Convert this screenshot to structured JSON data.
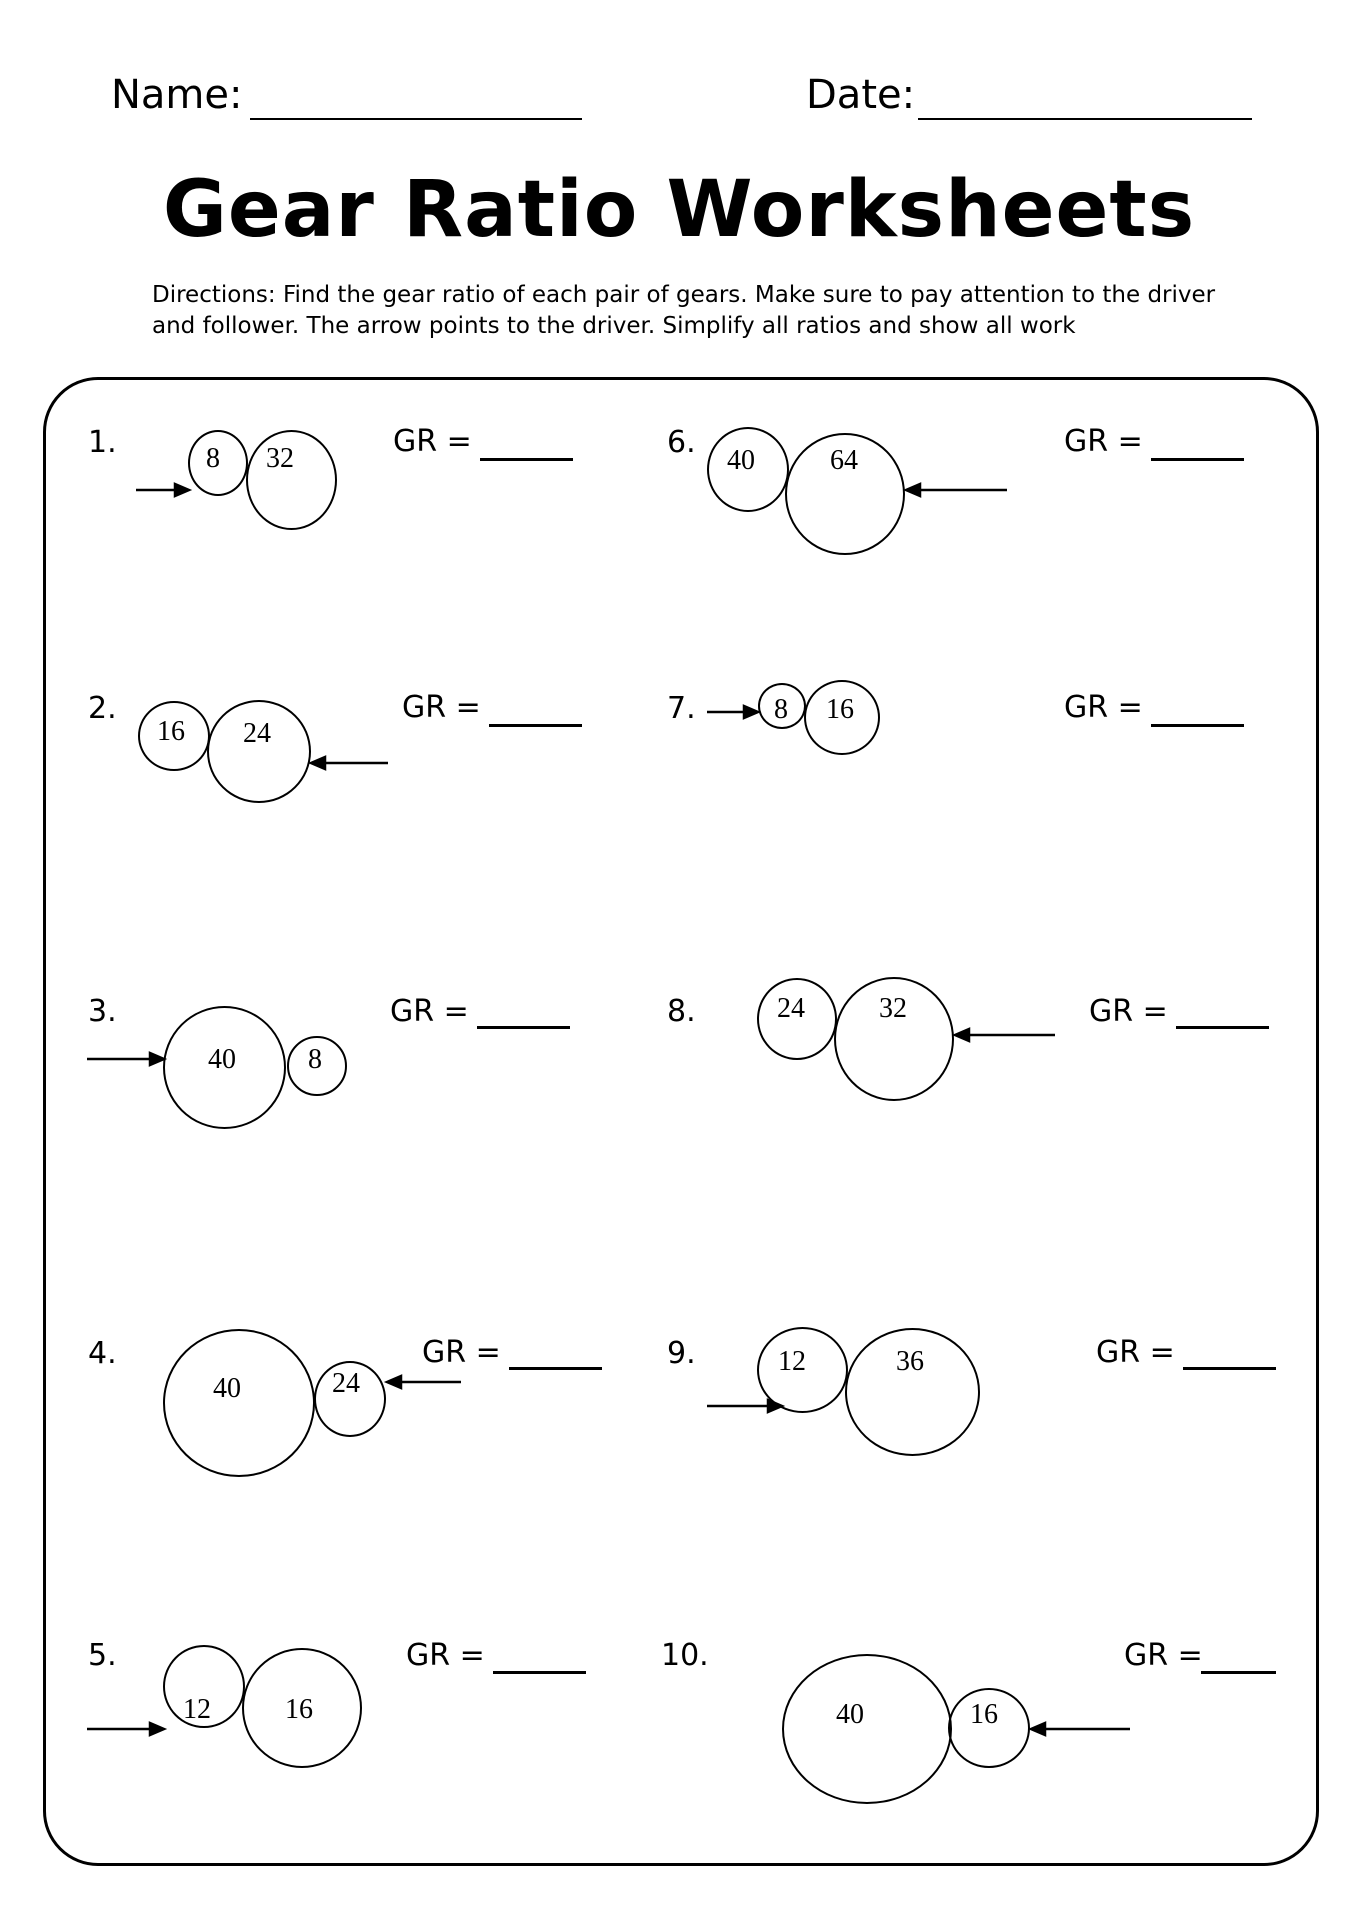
{
  "header": {
    "name_label": "Name:",
    "date_label": "Date:"
  },
  "title": "Gear Ratio Worksheets",
  "directions": {
    "line1": "Directions: Find the gear ratio of each pair of gears. Make sure to pay attention to the driver",
    "line2": "and follower. The arrow points to the driver. Simplify all ratios and  show all work"
  },
  "gr_label": "GR =",
  "problems": [
    {
      "number": "1.",
      "gears": [
        "8",
        "32"
      ]
    },
    {
      "number": "2.",
      "gears": [
        "16",
        "24"
      ]
    },
    {
      "number": "3.",
      "gears": [
        "40",
        "8"
      ]
    },
    {
      "number": "4.",
      "gears": [
        "40",
        "24"
      ]
    },
    {
      "number": "5.",
      "gears": [
        "12",
        "16"
      ]
    },
    {
      "number": "6.",
      "gears": [
        "40",
        "64"
      ]
    },
    {
      "number": "7.",
      "gears": [
        "8",
        "16"
      ]
    },
    {
      "number": "8.",
      "gears": [
        "24",
        "32"
      ]
    },
    {
      "number": "9.",
      "gears": [
        "12",
        "36"
      ]
    },
    {
      "number": "10.",
      "gears": [
        "40",
        "16"
      ]
    }
  ]
}
